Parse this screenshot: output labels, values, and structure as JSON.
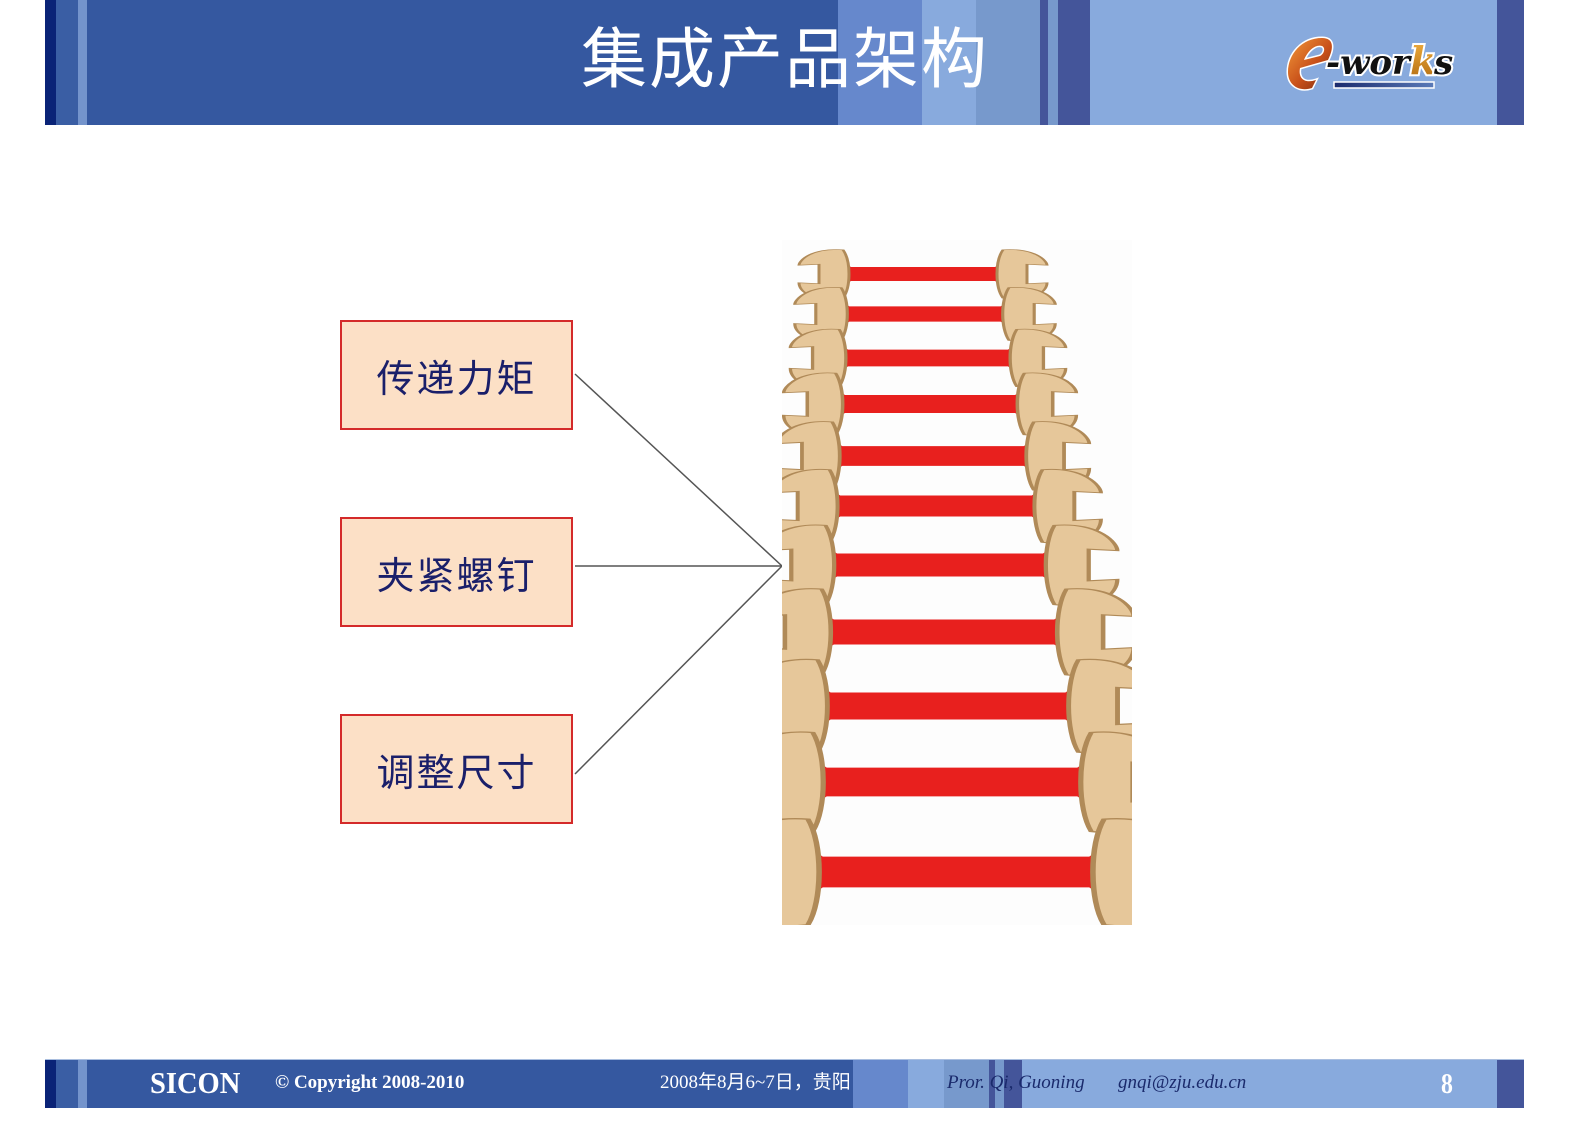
{
  "header": {
    "title": "集成产品架构",
    "logo": {
      "prefix": "e",
      "dash": "-",
      "word_a": "wor",
      "word_k": "k",
      "word_s": "s",
      "icon": "e-works-logo"
    }
  },
  "diagram": {
    "concepts": [
      {
        "label": "传递力矩"
      },
      {
        "label": "夹紧螺钉"
      },
      {
        "label": "调整尺寸"
      }
    ],
    "image": {
      "subject": "double-open-end wrench set",
      "count": 11,
      "handle_color": "#e8201e",
      "head_color": "#e6c79a"
    },
    "colors": {
      "box_fill": "#fce0c6",
      "box_border": "#d42a2a",
      "text": "#1a1f6a",
      "line": "#555555"
    }
  },
  "footer": {
    "brand": "SICON",
    "copyright": "© Copyright 2008-2010",
    "date_location": "2008年8月6~7日，贵阳",
    "author": "Pror. Qi, Guoning",
    "email": "gnqi@zju.edu.cn",
    "page_number": "8"
  },
  "theme": {
    "navy": "#0a2377",
    "primary_blue": "#3558a0",
    "mid_blue": "#6688cc",
    "light_blue": "#88aadd",
    "slate_blue": "#44559a"
  }
}
